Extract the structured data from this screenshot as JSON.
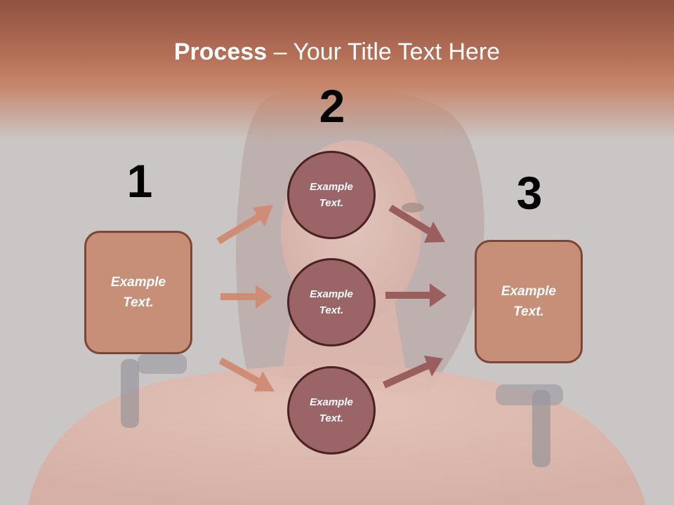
{
  "slide": {
    "title_bold": "Process",
    "title_rest": " – Your Title Text Here"
  },
  "steps": {
    "one": "1",
    "two": "2",
    "three": "3"
  },
  "left_box": {
    "text": "Example\nText."
  },
  "circles": [
    {
      "text": "Example\nText."
    },
    {
      "text": "Example\nText."
    },
    {
      "text": "Example\nText."
    }
  ],
  "right_box": {
    "text": "Example\nText."
  },
  "colors": {
    "header": "#b56f57",
    "box_fill": "#c78f77",
    "box_border": "#7a4638",
    "circle_fill": "#9b6567",
    "circle_border": "#4a2125",
    "arrow_left": "#d08d76",
    "arrow_right": "#9b5e5e"
  }
}
